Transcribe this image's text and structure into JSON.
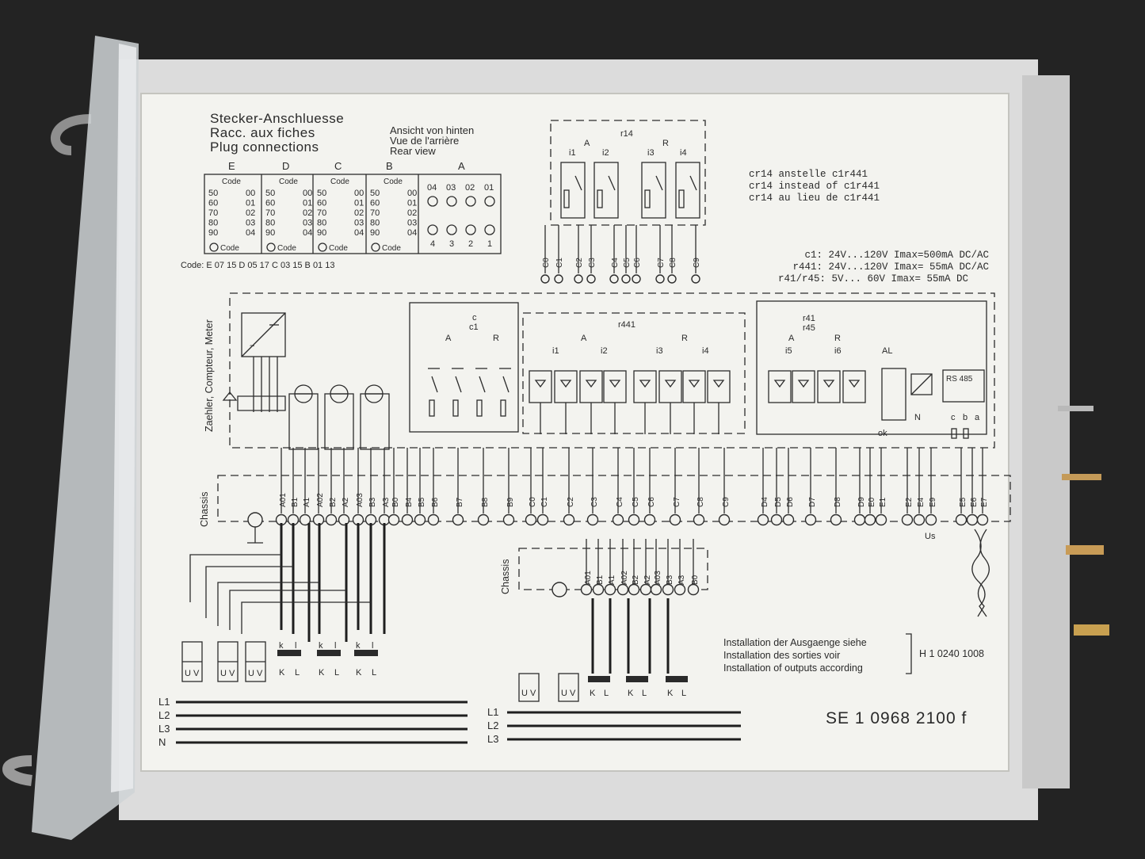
{
  "header": {
    "title_de": "Stecker-Anschluesse",
    "title_fr": "Racc. aux fiches",
    "title_en": "Plug connections",
    "view_de": "Ansicht von hinten",
    "view_fr": "Vue de l'arrière",
    "view_en": "Rear view"
  },
  "plug_table": {
    "columns": [
      "E",
      "D",
      "C",
      "B",
      "A"
    ],
    "code_label": "Code",
    "rows": [
      [
        "50",
        "00"
      ],
      [
        "60",
        "01"
      ],
      [
        "70",
        "02"
      ],
      [
        "80",
        "03"
      ],
      [
        "90",
        "04"
      ]
    ],
    "a_top": [
      "04",
      "03",
      "02",
      "01"
    ],
    "a_bottom": [
      "4",
      "3",
      "2",
      "1"
    ],
    "code_line": "Code: E 07 15   D 05 17   C 03 15   B 01 13"
  },
  "relay_note": {
    "group": "r14",
    "labels": [
      "A",
      "R"
    ],
    "contacts": [
      "i1",
      "i2",
      "i3",
      "i4"
    ],
    "terminals": [
      "C0",
      "C1",
      "C2",
      "C3",
      "C4",
      "C5",
      "C6",
      "C7",
      "C8",
      "C9"
    ],
    "replace_de": "cr14 anstelle    c1r441",
    "replace_en": "cr14 instead of  c1r441",
    "replace_fr": "cr14 au lieu de  c1r441"
  },
  "specs": [
    "c1: 24V...120V Imax=500mA DC/AC",
    "r441: 24V...120V Imax= 55mA DC/AC",
    "r41/r45:  5V... 60V Imax= 55mA DC"
  ],
  "main": {
    "meter_label": "Zaehler, Compteur, Meter",
    "chassis_label": "Chassis",
    "c_group": [
      "c",
      "c1"
    ],
    "c_contacts": [
      "A",
      "R"
    ],
    "r441_group": "r441",
    "r441_labels": [
      "A",
      "R"
    ],
    "r441_contacts": [
      "i1",
      "i2",
      "i3",
      "i4"
    ],
    "r41_group": [
      "r41",
      "r45"
    ],
    "r41_labels": [
      "A",
      "R"
    ],
    "r41_contacts": [
      "i5",
      "i6"
    ],
    "al_label": "AL",
    "ok_label": "ok",
    "n_label": "N",
    "rs485_label": "RS 485",
    "rs485_pins": [
      "c",
      "b",
      "a"
    ],
    "us_label": "Us",
    "terminals": [
      "A01",
      "B1",
      "A1",
      "A02",
      "B2",
      "A2",
      "A03",
      "B3",
      "A3",
      "B0",
      "B4",
      "B5",
      "B6",
      "B7",
      "B8",
      "B9",
      "C0",
      "C1",
      "C2",
      "C3",
      "C4",
      "C5",
      "C6",
      "C7",
      "C8",
      "C9",
      "D4",
      "D5",
      "D6",
      "D7",
      "D8",
      "D9",
      "E0",
      "E1",
      "E2",
      "E4",
      "E9",
      "E5",
      "E6",
      "E7"
    ]
  },
  "lower": {
    "lines_left": [
      "L1",
      "L2",
      "L3",
      "N"
    ],
    "lines_right": [
      "L1",
      "L2",
      "L3"
    ],
    "pt_label": [
      "U",
      "V"
    ],
    "ct_label": [
      "K",
      "L"
    ],
    "ct_top": [
      "k",
      "l"
    ],
    "chassis_label": "Chassis",
    "terminals2": [
      "A01",
      "B1",
      "A1",
      "A02",
      "B2",
      "A2",
      "A03",
      "B3",
      "A3",
      "B0"
    ]
  },
  "install_note": {
    "de": "Installation der Ausgaenge siehe",
    "fr": "Installation des sorties voir",
    "en": "Installation of outputs according",
    "ref": "H 1 0240 1008"
  },
  "doc_number": "SE 1 0968 2100 f"
}
